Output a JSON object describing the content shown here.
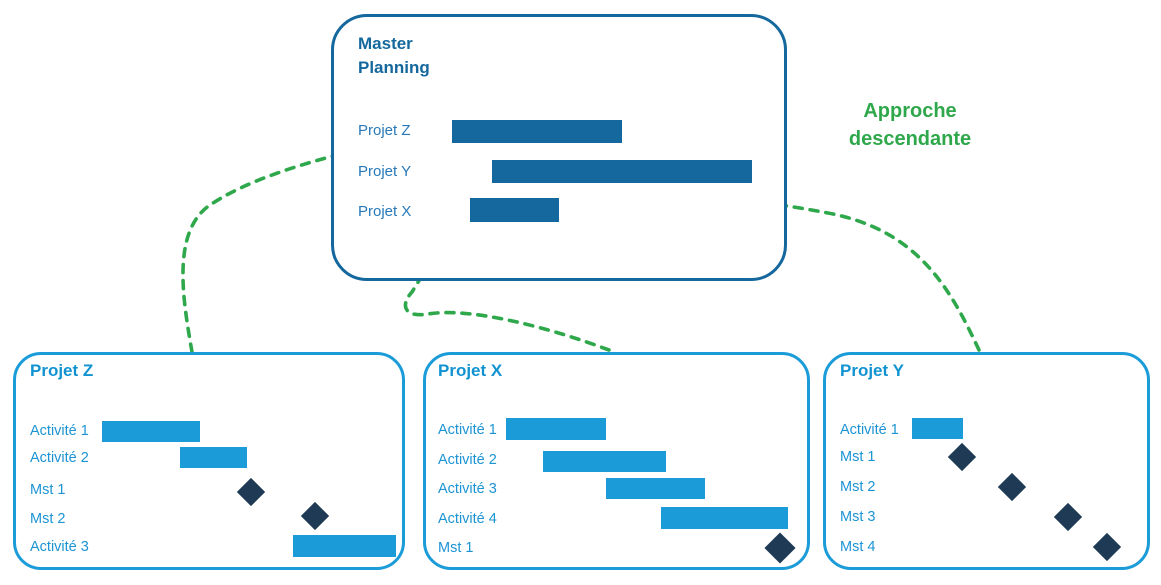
{
  "colors": {
    "dark_blue": "#15689E",
    "light_blue": "#1B9CD9",
    "navy_diamond": "#1F3A54",
    "green": "#2FA84C",
    "master_label_blue": "#2878B8",
    "project_label_blue": "#1C94D4",
    "project_title_blue": "#1193D2"
  },
  "annotation": {
    "text": "Approche\ndescendante"
  },
  "master": {
    "title": "Master\nPlanning",
    "rows": [
      {
        "label": "Projet Z",
        "type": "bar"
      },
      {
        "label": "Projet Y",
        "type": "bar"
      },
      {
        "label": "Projet X",
        "type": "bar"
      }
    ]
  },
  "projects": [
    {
      "title": "Projet Z",
      "rows": [
        {
          "label": "Activité 1",
          "type": "bar"
        },
        {
          "label": "Activité 2",
          "type": "bar"
        },
        {
          "label": "Mst 1",
          "type": "milestone"
        },
        {
          "label": "Mst 2",
          "type": "milestone"
        },
        {
          "label": "Activité 3",
          "type": "bar"
        }
      ]
    },
    {
      "title": "Projet X",
      "rows": [
        {
          "label": "Activité 1",
          "type": "bar"
        },
        {
          "label": "Activité 2",
          "type": "bar"
        },
        {
          "label": "Activité 3",
          "type": "bar"
        },
        {
          "label": "Activité 4",
          "type": "bar"
        },
        {
          "label": "Mst 1",
          "type": "milestone"
        }
      ]
    },
    {
      "title": "Projet Y",
      "rows": [
        {
          "label": "Activité 1",
          "type": "bar"
        },
        {
          "label": "Mst 1",
          "type": "milestone"
        },
        {
          "label": "Mst 2",
          "type": "milestone"
        },
        {
          "label": "Mst 3",
          "type": "milestone"
        },
        {
          "label": "Mst 4",
          "type": "milestone"
        }
      ]
    }
  ],
  "arrows": [
    {
      "name": "projet-z-to-master",
      "style": "dashed"
    },
    {
      "name": "projet-x-to-master",
      "style": "dashed"
    },
    {
      "name": "projet-y-to-master",
      "style": "dashed"
    }
  ]
}
